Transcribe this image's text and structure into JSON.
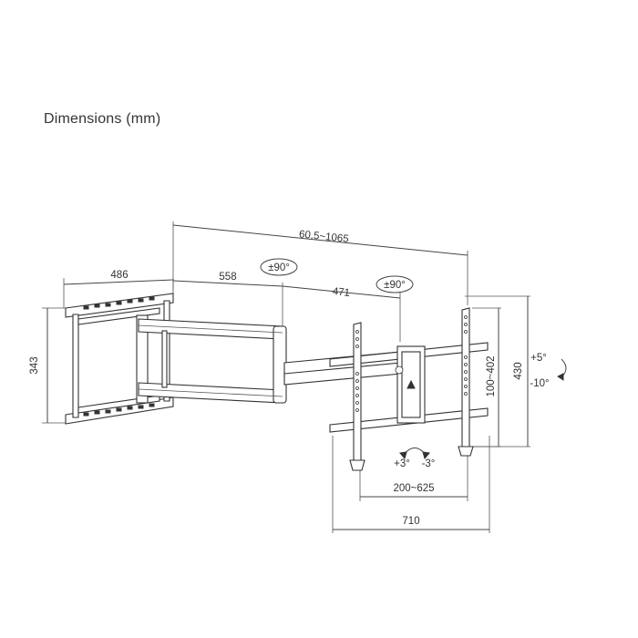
{
  "title": "Dimensions (mm)",
  "dimensions": {
    "reach_range": "60.5~1065",
    "wall_plate_width": "486",
    "wall_plate_height": "343",
    "arm_first": "558",
    "arm_second": "471",
    "swivel_1": "±90°",
    "swivel_2": "±90°",
    "vesa_vertical": "100~402",
    "bracket_height": "430",
    "tilt_up": "+5°",
    "tilt_down": "-10°",
    "rotate_pos": "+3°",
    "rotate_neg": "-3°",
    "vesa_horizontal": "200~625",
    "bracket_width": "710"
  },
  "icons": [
    "rotation-arrow-icon",
    "tilt-arrow-icon",
    "level-arrow-icon"
  ]
}
